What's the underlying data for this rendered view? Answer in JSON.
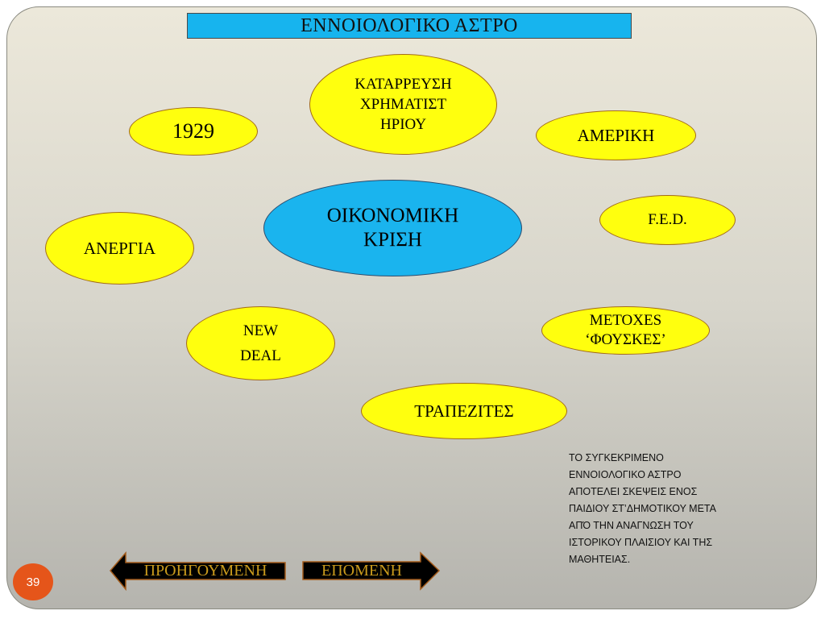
{
  "title": "ΕΝΝΟΙΟΛΟΓΙΚΟ ΑΣΤΡΟ",
  "center": {
    "label": "ΟΙΚΟΝΟΜΙΚΗ\nΚΡΙΣΗ"
  },
  "nodes": {
    "crash": "ΚΑΤΑΡΡΕΥΣΗ\nΧΡΗΜΑΤΙΣΤ\nΗΡΙΟΥ",
    "year": "1929",
    "america": "ΑΜΕΡΙΚΗ",
    "fed": "F.E.D.",
    "unemployment": "ΑΝΕΡΓΙΑ",
    "new_deal": "NEW\nDEAL",
    "shares": "ΜΕΤΟΧΕS\n‘ΦΟΥΣΚΕΣ’",
    "bankers": "ΤΡΑΠΕΖΙΤΕΣ"
  },
  "note": "ΤΟ ΣΥΓΚΕΚΡΙΜΕΝΟ\nΕΝΝΟΙΟΛΟΓΙΚΟ ΑΣΤΡΟ\nΑΠΟΤΕΛΕΙ ΣΚΕΨΕΙΣ ΕΝΟΣ\nΠΑΙΔΙΟΥ ΣΤ’ΔΗΜΟΤΙΚΟΥ ΜΕΤΑ\nΑΠΌ ΤΗΝ ΑΝΑΓΝΩΣΗ ΤΟΥ\nΙΣΤΟΡΙΚΟΥ ΠΛΑΙΣΙΟΥ ΚΑΙ ΤΗΣ\nΜΑΘΗΤΕΙΑΣ.",
  "nav": {
    "previous": "ΠΡΟΗΓΟΥΜΕΝΗ",
    "next": "ΕΠΟΜΕΝΗ"
  },
  "page_number": "39",
  "colors": {
    "node_fill": "#ffff0e",
    "node_border": "#a26b19",
    "center_fill": "#1ab4ee",
    "title_fill": "#17b4ee",
    "page_badge": "#e5551a",
    "nav_text": "#c99a1c"
  }
}
